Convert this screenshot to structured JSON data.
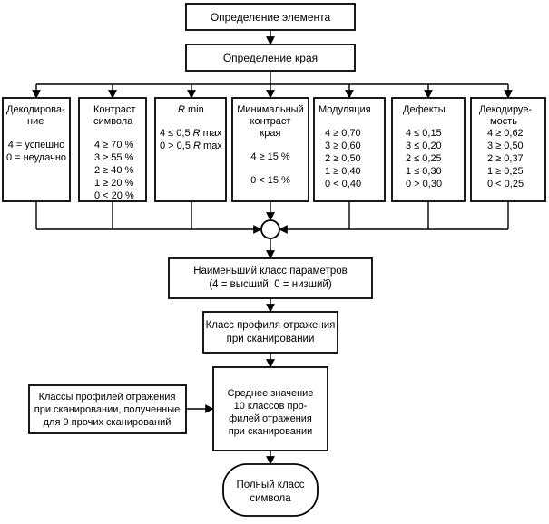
{
  "nodes": {
    "element_definition": "Определение элемента",
    "edge_definition": "Определение края",
    "lowest_grade": [
      "Наименьший класс параметров",
      "(4  = высший, 0 = низший)"
    ],
    "scan_profile_grade": [
      "Класс профиля отражения",
      "при сканировании"
    ],
    "other_scans": [
      "Классы профилей отражения",
      "при сканировании, полученные",
      "для 9 прочих сканирований"
    ],
    "average": [
      "Среднее значение",
      "10 классов про-",
      "филей отражения",
      "при сканировании"
    ],
    "overall_grade": [
      "Полный класс",
      "символа"
    ]
  },
  "parameters": [
    {
      "id": "decode",
      "title": [
        "Декодирова-",
        "ние"
      ],
      "grades": [
        "4 = успешно",
        "0 = неудачно"
      ]
    },
    {
      "id": "symbol-contrast",
      "title": [
        "Контраст",
        "символа"
      ],
      "grades": [
        "4 ≥ 70 %",
        "3 ≥ 55 %",
        "2 ≥ 40 %",
        "1 ≥ 20 %",
        "0 < 20 %"
      ]
    },
    {
      "id": "rmin",
      "title_italic": "R",
      "title_rest": " min",
      "grade_lines": [
        {
          "pre": "4 ≤ 0,5 ",
          "var": "R",
          "post": " max"
        },
        {
          "pre": "0 > 0,5 ",
          "var": "R",
          "post": " max"
        }
      ]
    },
    {
      "id": "min-edge-contrast",
      "title": [
        "Минимальный",
        "контраст",
        "края"
      ],
      "grades": [
        "4 ≥ 15 %",
        "0 < 15 %"
      ]
    },
    {
      "id": "modulation",
      "title": [
        "Модуляция"
      ],
      "grades": [
        "4 ≥ 0,70",
        "3 ≥ 0,60",
        "2 ≥ 0,50",
        "1 ≥ 0,40",
        "0 < 0,40"
      ]
    },
    {
      "id": "defects",
      "title": [
        "Дефекты"
      ],
      "grades": [
        "4 ≤ 0,15",
        "3 ≤ 0,20",
        "2 ≤ 0,25",
        "1 ≤ 0,30",
        "0 > 0,30"
      ]
    },
    {
      "id": "decodability",
      "title": [
        "Декодируе-",
        "мость"
      ],
      "grades": [
        "4 ≥ 0,62",
        "3 ≥ 0,50",
        "2 ≥ 0,37",
        "1 ≥ 0,25",
        "0 < 0,25"
      ]
    }
  ]
}
